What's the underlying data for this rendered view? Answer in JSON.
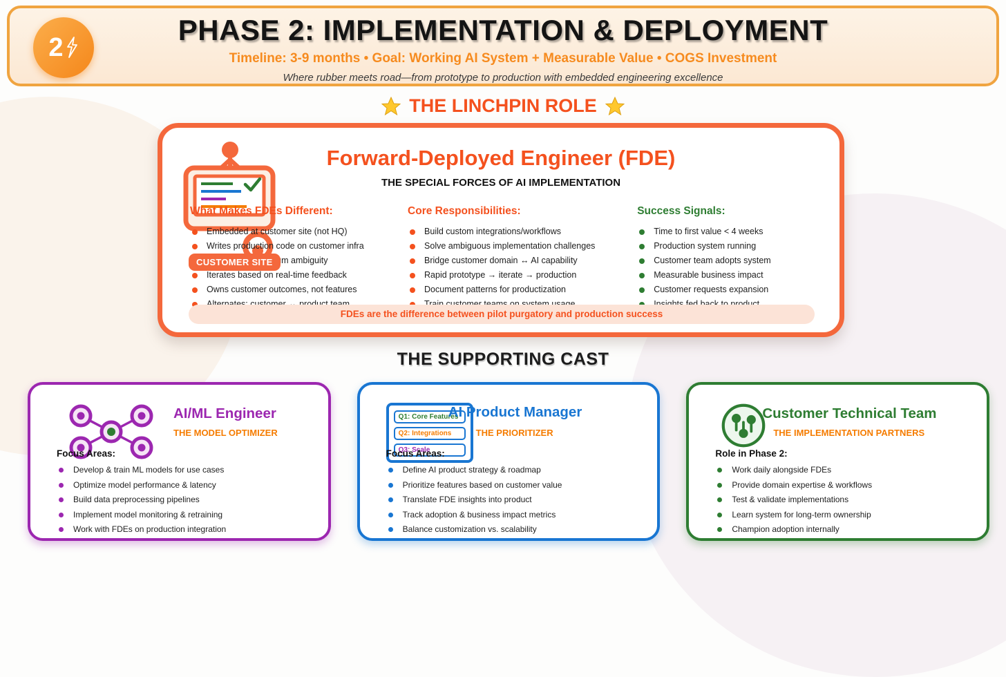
{
  "header": {
    "badge_number": "2",
    "title": "PHASE 2: IMPLEMENTATION & DEPLOYMENT",
    "subtitle": "Timeline: 3-9 months • Goal: Working AI System + Measurable Value • COGS Investment",
    "tagline": "Where rubber meets road—from prototype to production with embedded engineering excellence"
  },
  "linchpin": {
    "heading": "THE LINCHPIN ROLE"
  },
  "fde": {
    "title": "Forward-Deployed Engineer (FDE)",
    "subtitle": "THE SPECIAL FORCES OF AI IMPLEMENTATION",
    "site_badge": "CUSTOMER SITE",
    "columns": [
      {
        "heading": "What Makes FDEs Different:",
        "items": [
          "Embedded at customer site (not HQ)",
          "Writes production code on customer infra",
          "Works with maximum ambiguity",
          "Iterates based on real-time feedback",
          "Owns customer outcomes, not features",
          "Alternates: customer ↔ product team"
        ]
      },
      {
        "heading": "Core Responsibilities:",
        "items": [
          "Build custom integrations/workflows",
          "Solve ambiguous implementation challenges",
          "Bridge customer domain ↔ AI capability",
          "Rapid prototype → iterate → production",
          "Document patterns for productization",
          "Train customer teams on system usage"
        ]
      },
      {
        "heading": "Success Signals:",
        "items": [
          "Time to first value < 4 weeks",
          "Production system running",
          "Customer team adopts system",
          "Measurable business impact",
          "Customer requests expansion",
          "Insights fed back to product"
        ]
      }
    ],
    "banner": "FDEs are the difference between pilot purgatory and production success"
  },
  "supporting": {
    "heading": "THE SUPPORTING CAST",
    "cards": [
      {
        "title": "AI/ML Engineer",
        "subtitle": "THE MODEL OPTIMIZER",
        "list_heading": "Focus Areas:",
        "items": [
          "Develop & train ML models for use cases",
          "Optimize model performance & latency",
          "Build data preprocessing pipelines",
          "Implement model monitoring & retraining",
          "Work with FDEs on production integration"
        ]
      },
      {
        "title": "AI Product Manager",
        "subtitle": "THE PRIORITIZER",
        "list_heading": "Focus Areas:",
        "roadmap": [
          "Q1: Core Features",
          "Q2: Integrations",
          "Q3: Scale"
        ],
        "items": [
          "Define AI product strategy & roadmap",
          "Prioritize features based on customer value",
          "Translate FDE insights into product",
          "Track adoption & business impact metrics",
          "Balance customization vs. scalability"
        ]
      },
      {
        "title": "Customer Technical Team",
        "subtitle": "THE IMPLEMENTATION PARTNERS",
        "list_heading": "Role in Phase 2:",
        "items": [
          "Work daily alongside FDEs",
          "Provide domain expertise & workflows",
          "Test & validate implementations",
          "Learn system for long-term ownership",
          "Champion adoption internally"
        ]
      }
    ]
  },
  "colors": {
    "accent_orange": "#F4511E",
    "gold_border": "#F0A440",
    "fde_border": "#F4683C",
    "purple": "#9C27B0",
    "blue": "#1976D2",
    "green": "#2E7D32",
    "subtitle_orange": "#F57C00"
  }
}
